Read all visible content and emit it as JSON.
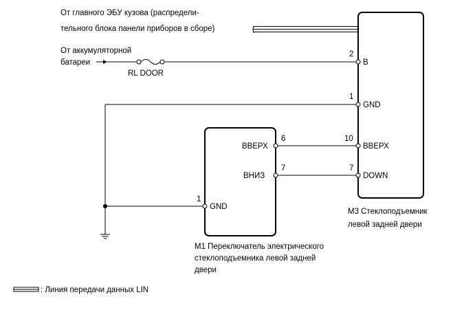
{
  "source_ecu": {
    "line1": "От главного ЭБУ кузова (распредели-",
    "line2": "тельного блока панели приборов в сборе)"
  },
  "source_battery": {
    "line1": "От аккумуляторной",
    "line2": "батареи"
  },
  "fuse_label": "RL DOOR",
  "m3": {
    "caption_line1": "M3 Стеклоподъемник",
    "caption_line2": "левой задней двери",
    "pins": [
      {
        "num": "2",
        "name": "B"
      },
      {
        "num": "1",
        "name": "GND"
      },
      {
        "num": "10",
        "name": "ВВЕРХ"
      },
      {
        "num": "7",
        "name": "DOWN"
      }
    ]
  },
  "m1": {
    "caption_line1": "M1 Переключатель электрического",
    "caption_line2": "стеклоподъемника левой задней",
    "caption_line3": "двери",
    "pins": [
      {
        "num": "6",
        "name": "ВВЕРХ"
      },
      {
        "num": "7",
        "name": "ВНИЗ"
      },
      {
        "num": "1",
        "name": "GND"
      }
    ]
  },
  "legend": {
    "text": ": Линия передачи данных LIN"
  },
  "colors": {
    "line": "#000000",
    "background": "#ffffff"
  }
}
